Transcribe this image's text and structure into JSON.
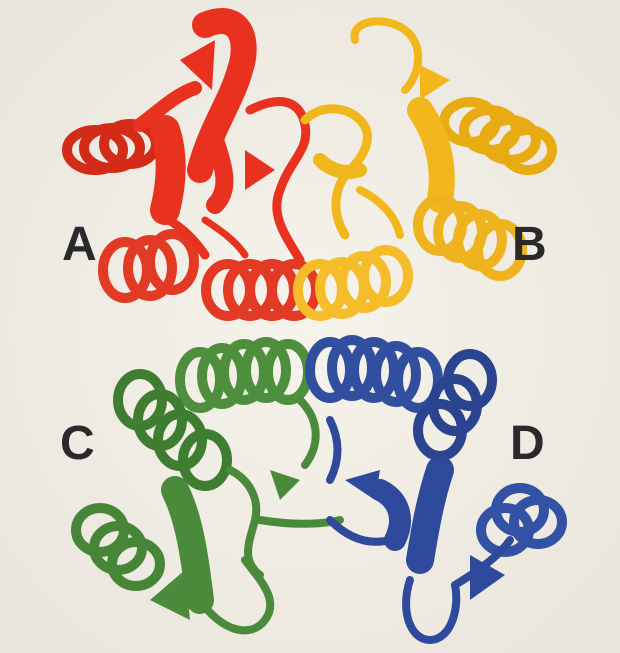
{
  "labels": {
    "a": "A",
    "b": "B",
    "c": "C",
    "d": "D"
  },
  "colors": {
    "background": "#f1eee6",
    "chain_a": "#e8321f",
    "chain_b": "#f2b71c",
    "chain_c": "#4b8a3a",
    "chain_d": "#2f4a9c",
    "label": "#2a2a2a"
  }
}
